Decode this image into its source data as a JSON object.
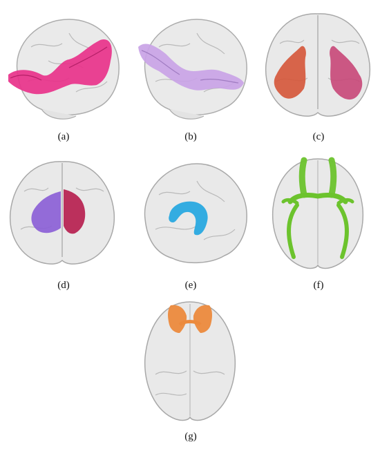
{
  "colors": {
    "brain_fill": "#e9e9e9",
    "brain_stroke": "#a8a8a8",
    "gyri_stroke": "#b9b9b9",
    "tract_a": "#e8328a",
    "tract_b": "#c9a3e6",
    "tract_c_left": "#d5583c",
    "tract_c_right": "#c84a7a",
    "tract_d_left": "#8b5fd6",
    "tract_d_right": "#b61f4f",
    "tract_e": "#29a9e0",
    "tract_f": "#6cc32d",
    "tract_g": "#ec8a3d"
  },
  "panels": [
    {
      "label": "(a)",
      "view": "lateral-left",
      "tract_icon": "pink-tract"
    },
    {
      "label": "(b)",
      "view": "lateral-left",
      "tract_icon": "lavender-tract"
    },
    {
      "label": "(c)",
      "view": "coronal-posterior",
      "tract_icon": "red-magenta-bilateral-tract"
    },
    {
      "label": "(d)",
      "view": "coronal-posterior",
      "tract_icon": "purple-crimson-bilateral-tract"
    },
    {
      "label": "(e)",
      "view": "lateral-left",
      "tract_icon": "blue-arc-tract"
    },
    {
      "label": "(f)",
      "view": "axial-inferior",
      "tract_icon": "green-arch-tract"
    },
    {
      "label": "(g)",
      "view": "axial-inferior",
      "tract_icon": "orange-frontal-tract"
    }
  ]
}
